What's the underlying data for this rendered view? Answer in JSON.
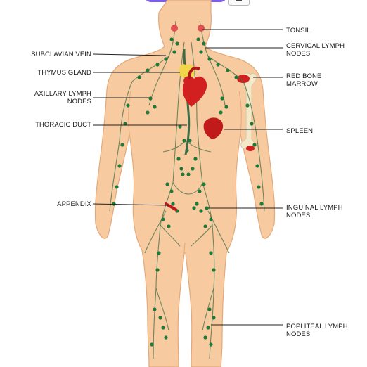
{
  "colors": {
    "skin": "#f7caa0",
    "skin_outline": "#e4a97a",
    "lymph_vessel": "#3e6d45",
    "lymph_node": "#1f7a3a",
    "organ_red": "#d21f1f",
    "thymus": "#f2d64a",
    "bone": "#f3e8c8",
    "leader_line": "#222222",
    "top_bar": "#7a5cf0"
  },
  "labels": {
    "tonsil": "TONSIL",
    "cervical": "CERVICAL LYMPH\nNODES",
    "subclavian": "SUBCLAVIAN VEIN",
    "thymus": "THYMUS GLAND",
    "axillary": "AXILLARY LYMPH\nNODES",
    "red_marrow": "RED BONE\nMARROW",
    "thoracic": "THORACIC DUCT",
    "spleen": "SPLEEN",
    "appendix": "APPENDIX",
    "inguinal": "INGUINAL LYMPH\nNODES",
    "popliteal": "POPLITEAL LYMPH\nNODES"
  },
  "icons": {
    "window_button": "minimize-icon"
  }
}
